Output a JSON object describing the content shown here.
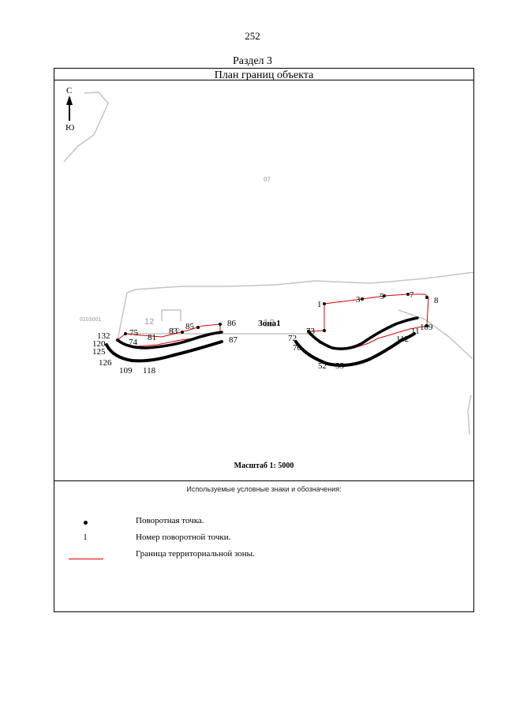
{
  "page_number": "252",
  "section_title": "Раздел 3",
  "plan_header": "План границ объекта",
  "north_arrow": {
    "north": "С",
    "south": "Ю"
  },
  "map_labels": {
    "parcel_top": "07",
    "parcel_left": "0103001",
    "block_12_a": "12",
    "block_12_b": "12",
    "zone": "Зона1"
  },
  "point_labels": {
    "p1": "1",
    "p3": "3",
    "p5": "5",
    "p7": "7",
    "p8": "8",
    "p109": "109",
    "p11": "11",
    "p72": "72",
    "p73": "73",
    "p70": "70",
    "p55": "55",
    "p52": "52",
    "p112": "112",
    "p75": "75",
    "p74": "74",
    "p81": "81",
    "p83": "83",
    "p85": "85",
    "p86": "86",
    "p87": "87",
    "p132": "132",
    "p120": "120",
    "p125": "125",
    "p126": "126",
    "p109b": "109",
    "p118": "118"
  },
  "scale": "Масштаб 1: 5000",
  "legend": {
    "title": "Используемые условные знаки и обозначения:",
    "items": [
      {
        "symbol": "dot",
        "text": "Поворотная точка."
      },
      {
        "symbol": "1",
        "text": "Номер поворотной точки."
      },
      {
        "symbol": "red-line",
        "text": "Граница территориальной зоны."
      }
    ]
  },
  "colors": {
    "boundary": "#e00000",
    "roads": "#c0c0c0",
    "points": "#000000"
  }
}
